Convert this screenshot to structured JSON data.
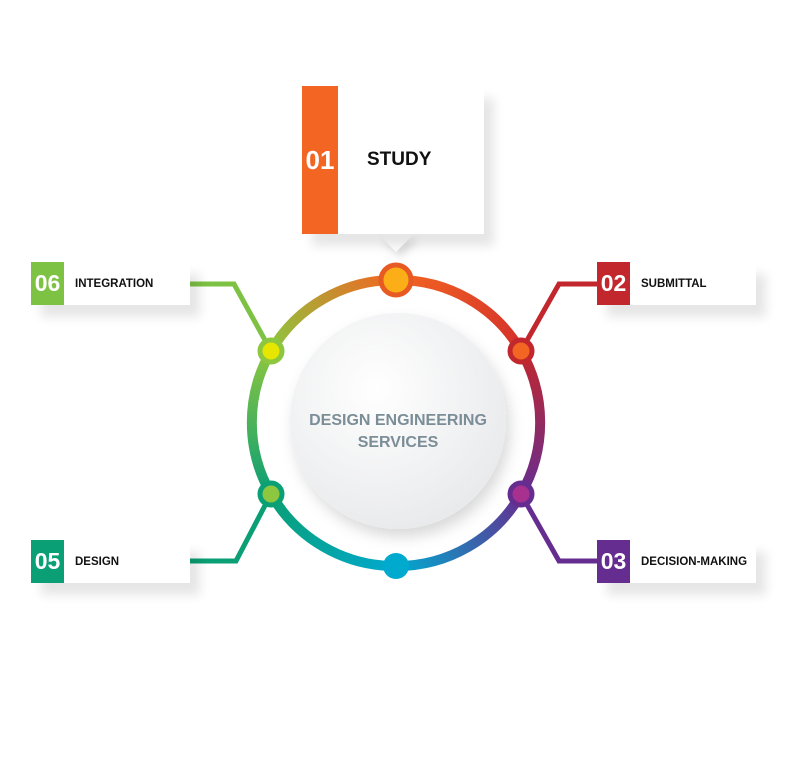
{
  "title": "DESIGN ENGINEERING SERVICES",
  "title_line1": "DESIGN ENGINEERING",
  "title_line2": "SERVICES",
  "steps": [
    {
      "num": "01",
      "label": "STUDY",
      "color": "#f26522"
    },
    {
      "num": "02",
      "label": "SUBMITTAL",
      "color": "#c1272d"
    },
    {
      "num": "03",
      "label": "DECISION-MAKING",
      "color": "#662d91"
    },
    {
      "num": "05",
      "label": "DESIGN",
      "color": "#0a9f74"
    },
    {
      "num": "06",
      "label": "INTEGRATION",
      "color": "#7dc243"
    }
  ]
}
